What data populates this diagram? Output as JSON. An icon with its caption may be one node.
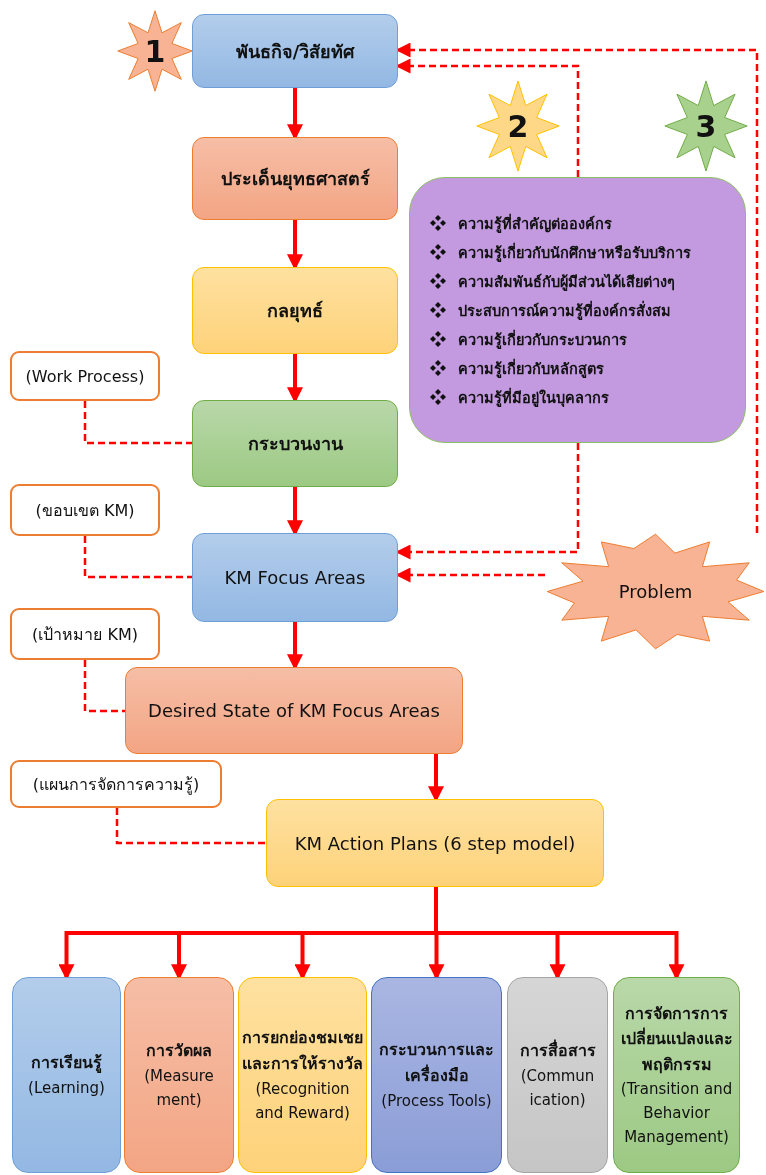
{
  "diagram": {
    "nodes": [
      {
        "text": [
          "1"
        ]
      },
      {
        "text": [
          "พันธกิจ/วิสัยทัศ"
        ]
      },
      {
        "text": [
          "ประเด็นยุทธศาสตร์"
        ]
      },
      {
        "text": [
          "กลยุทธ์"
        ]
      },
      {
        "text": [
          "(Work Process)"
        ]
      },
      {
        "text": [
          "กระบวนงาน"
        ]
      },
      {
        "text": [
          "(ขอบเขต KM)"
        ]
      },
      {
        "text": [
          "KM Focus Areas"
        ]
      },
      {
        "text": [
          "(เป้าหมาย KM)"
        ]
      },
      {
        "text": [
          "Desired State of KM Focus Areas"
        ]
      },
      {
        "text": [
          "(แผนการจัดการความรู้)"
        ]
      },
      {
        "text": [
          "KM Action Plans (6 step model)"
        ]
      },
      {
        "text": [
          "2"
        ]
      },
      {
        "text": [
          "3"
        ]
      },
      {
        "text": [
          "ความรู้ที่สำคัญต่อองค์กร",
          "ความรู้เกี่ยวกับนักศึกษาหรือรับบริการ",
          "ความสัมพันธ์กับผู้มีส่วนได้เสียต่างๆ",
          "ประสบการณ์ความรู้ที่องค์กรสั่งสม",
          "ความรู้เกี่ยวกับกระบวนการ",
          "ความรู้เกี่ยวกับหลักสูตร",
          "ความรู้ที่มีอยู่ในบุคลากร"
        ]
      },
      {
        "text": [
          "Problem"
        ]
      },
      {
        "text": [
          "การเรียนรู้",
          "(Learning)"
        ]
      },
      {
        "text": [
          "การวัดผล",
          "(Measure ment)"
        ]
      },
      {
        "text": [
          "การยกย่องชมเชยและการให้รางวัล",
          "(Recognition and Reward)"
        ]
      },
      {
        "text": [
          "กระบวนการและเครื่องมือ",
          "(Process Tools)"
        ]
      },
      {
        "text": [
          "การสื่อสาร",
          "(Commun ication)"
        ]
      },
      {
        "text": [
          "การจัดการการเปลี่ยนแปลงและพฤติกรรม",
          "(Transition and Behavior Management)"
        ]
      }
    ],
    "edges": [
      {
        "from": 1,
        "to": 2,
        "arrow": "to"
      },
      {
        "from": 2,
        "to": 3,
        "arrow": "to"
      },
      {
        "from": 3,
        "to": 5,
        "arrow": "to"
      },
      {
        "from": 5,
        "to": 7,
        "arrow": "to"
      },
      {
        "from": 7,
        "to": 9,
        "arrow": "to"
      },
      {
        "from": 9,
        "to": 11,
        "arrow": "to"
      },
      {
        "from": 4,
        "to": 5,
        "arrow": "none",
        "style": "dashed"
      },
      {
        "from": 6,
        "to": 7,
        "arrow": "none",
        "style": "dashed"
      },
      {
        "from": 8,
        "to": 9,
        "arrow": "none",
        "style": "dashed"
      },
      {
        "from": 10,
        "to": 11,
        "arrow": "none",
        "style": "dashed"
      },
      {
        "from": 14,
        "to": 1,
        "arrow": "to",
        "style": "dashed"
      },
      {
        "from": 14,
        "to": 7,
        "arrow": "to",
        "style": "dashed"
      },
      {
        "from": 15,
        "to": 7,
        "arrow": "to",
        "style": "dashed"
      },
      {
        "from": 15,
        "to": 1,
        "arrow": "to",
        "style": "dashed"
      },
      {
        "from": 11,
        "to": 16,
        "arrow": "to"
      },
      {
        "from": 11,
        "to": 17,
        "arrow": "to"
      },
      {
        "from": 11,
        "to": 18,
        "arrow": "to"
      },
      {
        "from": 11,
        "to": 19,
        "arrow": "to"
      },
      {
        "from": 11,
        "to": 20,
        "arrow": "to"
      },
      {
        "from": 11,
        "to": 21,
        "arrow": "to"
      }
    ]
  }
}
